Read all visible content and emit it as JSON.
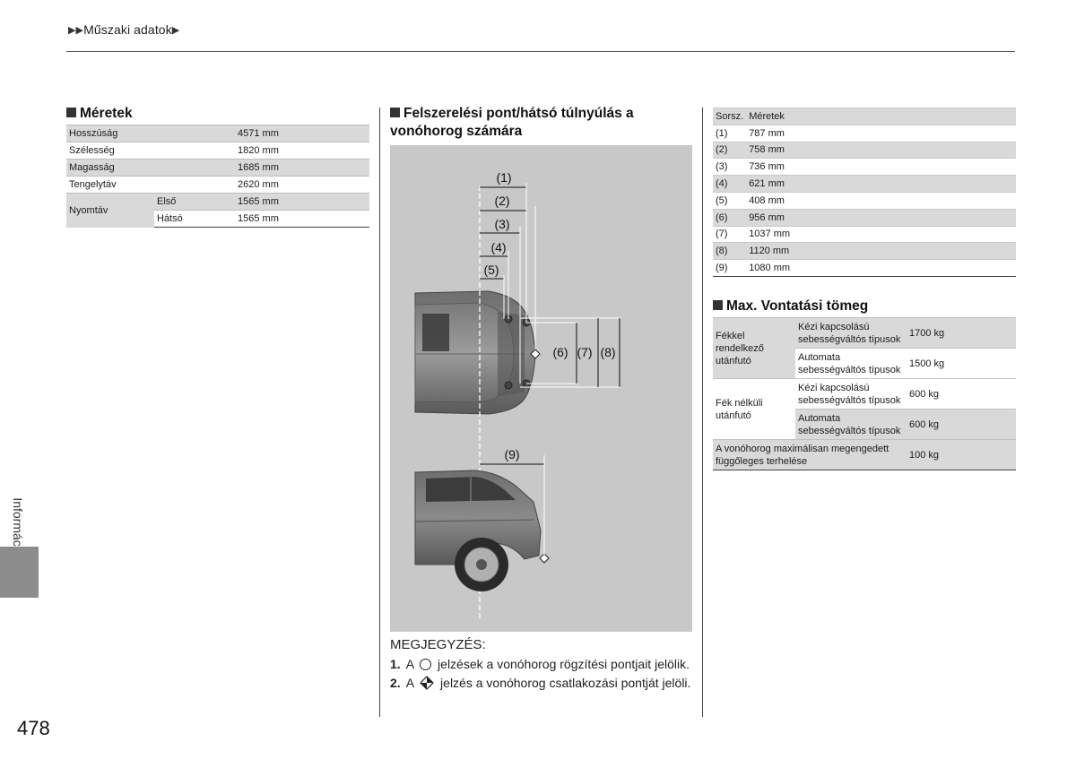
{
  "header": {
    "breadcrumb": "Műszaki adatok"
  },
  "dimensions": {
    "title": "Méretek",
    "rows": [
      {
        "label": "Hosszúság",
        "value": "4571 mm"
      },
      {
        "label": "Szélesség",
        "value": "1820 mm"
      },
      {
        "label": "Magasság",
        "value": "1685 mm"
      },
      {
        "label": "Tengelytáv",
        "value": "2620 mm"
      }
    ],
    "track_label": "Nyomtáv",
    "track": [
      {
        "label": "Első",
        "value": "1565 mm"
      },
      {
        "label": "Hátsó",
        "value": "1565 mm"
      }
    ]
  },
  "mounting": {
    "title_line1": "Felszerelési pont/hátsó túlnyúlás a",
    "title_line2": "vonóhorog számára",
    "callouts": [
      "(1)",
      "(2)",
      "(3)",
      "(4)",
      "(5)",
      "(6)",
      "(7)",
      "(8)",
      "(9)"
    ],
    "note_title": "MEGJEGYZÉS:",
    "notes": [
      {
        "num": "1.",
        "pre": "A",
        "symbol": "circle-icon",
        "post": "jelzések a vonóhorog rögzítési pontjait jelölik."
      },
      {
        "num": "2.",
        "pre": "A",
        "symbol": "diamond-icon",
        "post": "jelzés a vonóhorog csatlakozási pontját jelöli."
      }
    ]
  },
  "overhang": {
    "header": [
      "Sorsz.",
      "Méretek"
    ],
    "rows": [
      [
        "(1)",
        "787 mm"
      ],
      [
        "(2)",
        "758 mm"
      ],
      [
        "(3)",
        "736 mm"
      ],
      [
        "(4)",
        "621 mm"
      ],
      [
        "(5)",
        "408 mm"
      ],
      [
        "(6)",
        "956 mm"
      ],
      [
        "(7)",
        "1037 mm"
      ],
      [
        "(8)",
        "1120 mm"
      ],
      [
        "(9)",
        "1080 mm"
      ]
    ]
  },
  "towing": {
    "title": "Max. Vontatási tömeg",
    "braked_label": "Fékkel rendelkező utánfutó",
    "unbraked_label": "Fék nélküli utánfutó",
    "manual_label": "Kézi kapcsolású sebességváltós típusok",
    "auto_label": "Automata sebességváltós típusok",
    "braked_manual": "1700 kg",
    "braked_auto": "1500 kg",
    "unbraked_manual": "600 kg",
    "unbraked_auto": "600 kg",
    "vertical_label": "A vonóhorog maximálisan megengedett függőleges terhelése",
    "vertical_value": "100 kg"
  },
  "side_tab": "Információ",
  "page_number": "478"
}
